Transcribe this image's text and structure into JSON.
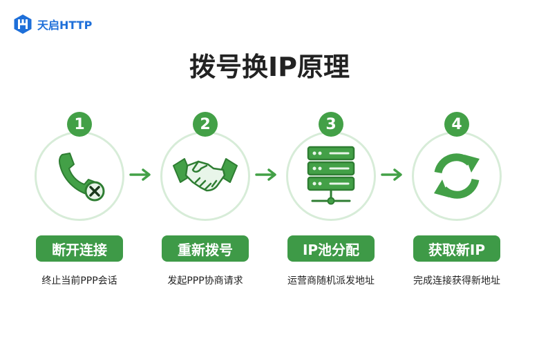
{
  "brand": {
    "name": "天启HTTP",
    "color": "#1e6fd9"
  },
  "title": "拨号换IP原理",
  "colors": {
    "accent_green": "#3e9a47",
    "ring_green": "#d7ecd8",
    "title_text": "#222222"
  },
  "steps": [
    {
      "number": "1",
      "label": "断开连接",
      "description": "终止当前PPP会话",
      "icon": "phone-hangup-icon"
    },
    {
      "number": "2",
      "label": "重新拨号",
      "description": "发起PPP协商请求",
      "icon": "handshake-icon"
    },
    {
      "number": "3",
      "label": "IP池分配",
      "description": "运营商随机派发地址",
      "icon": "server-icon"
    },
    {
      "number": "4",
      "label": "获取新IP",
      "description": "完成连接获得新地址",
      "icon": "refresh-icon"
    }
  ]
}
